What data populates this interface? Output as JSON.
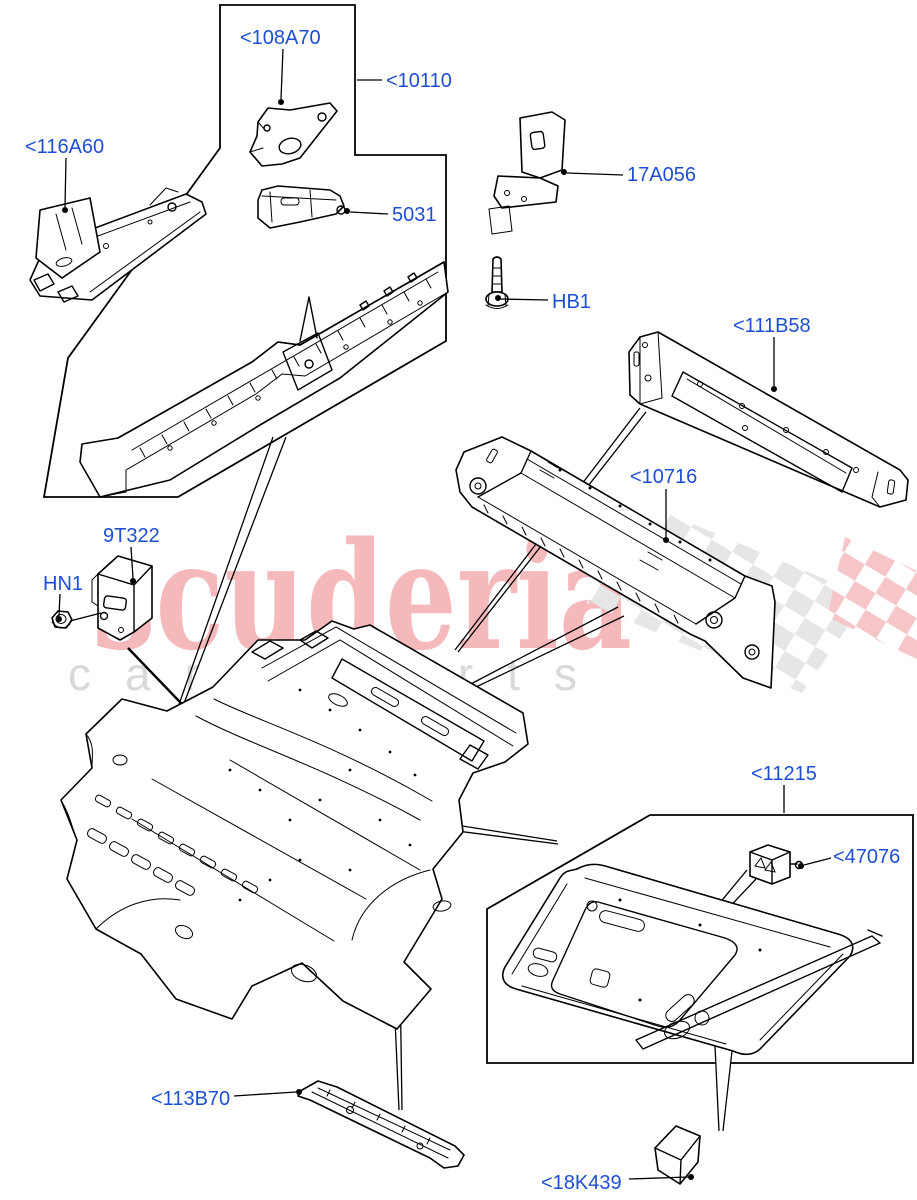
{
  "page": {
    "background": "#ffffff"
  },
  "watermark": {
    "brand": "scuderia",
    "subtitle": "car parts",
    "brand_color": "#f5b9bb",
    "subtitle_color": "#d9d9d9",
    "flag_gray": "#e6e6e6",
    "flag_pink": "#f6c5c8"
  },
  "label_style": {
    "color": "#1e4fd2"
  },
  "labels": {
    "l108A70": {
      "text": "<108A70"
    },
    "l10110": {
      "text": "<10110"
    },
    "l116A60": {
      "text": "<116A60"
    },
    "l5031": {
      "text": "5031"
    },
    "l17A056": {
      "text": "17A056"
    },
    "lHB1": {
      "text": "HB1"
    },
    "l111B58": {
      "text": "<111B58"
    },
    "l10716": {
      "text": "<10716"
    },
    "l9T322": {
      "text": "9T322"
    },
    "lHN1": {
      "text": "HN1"
    },
    "l11215": {
      "text": "<11215"
    },
    "l47076": {
      "text": "<47076"
    },
    "l113B70": {
      "text": "<113B70"
    },
    "l18K439": {
      "text": "<18K439"
    }
  }
}
